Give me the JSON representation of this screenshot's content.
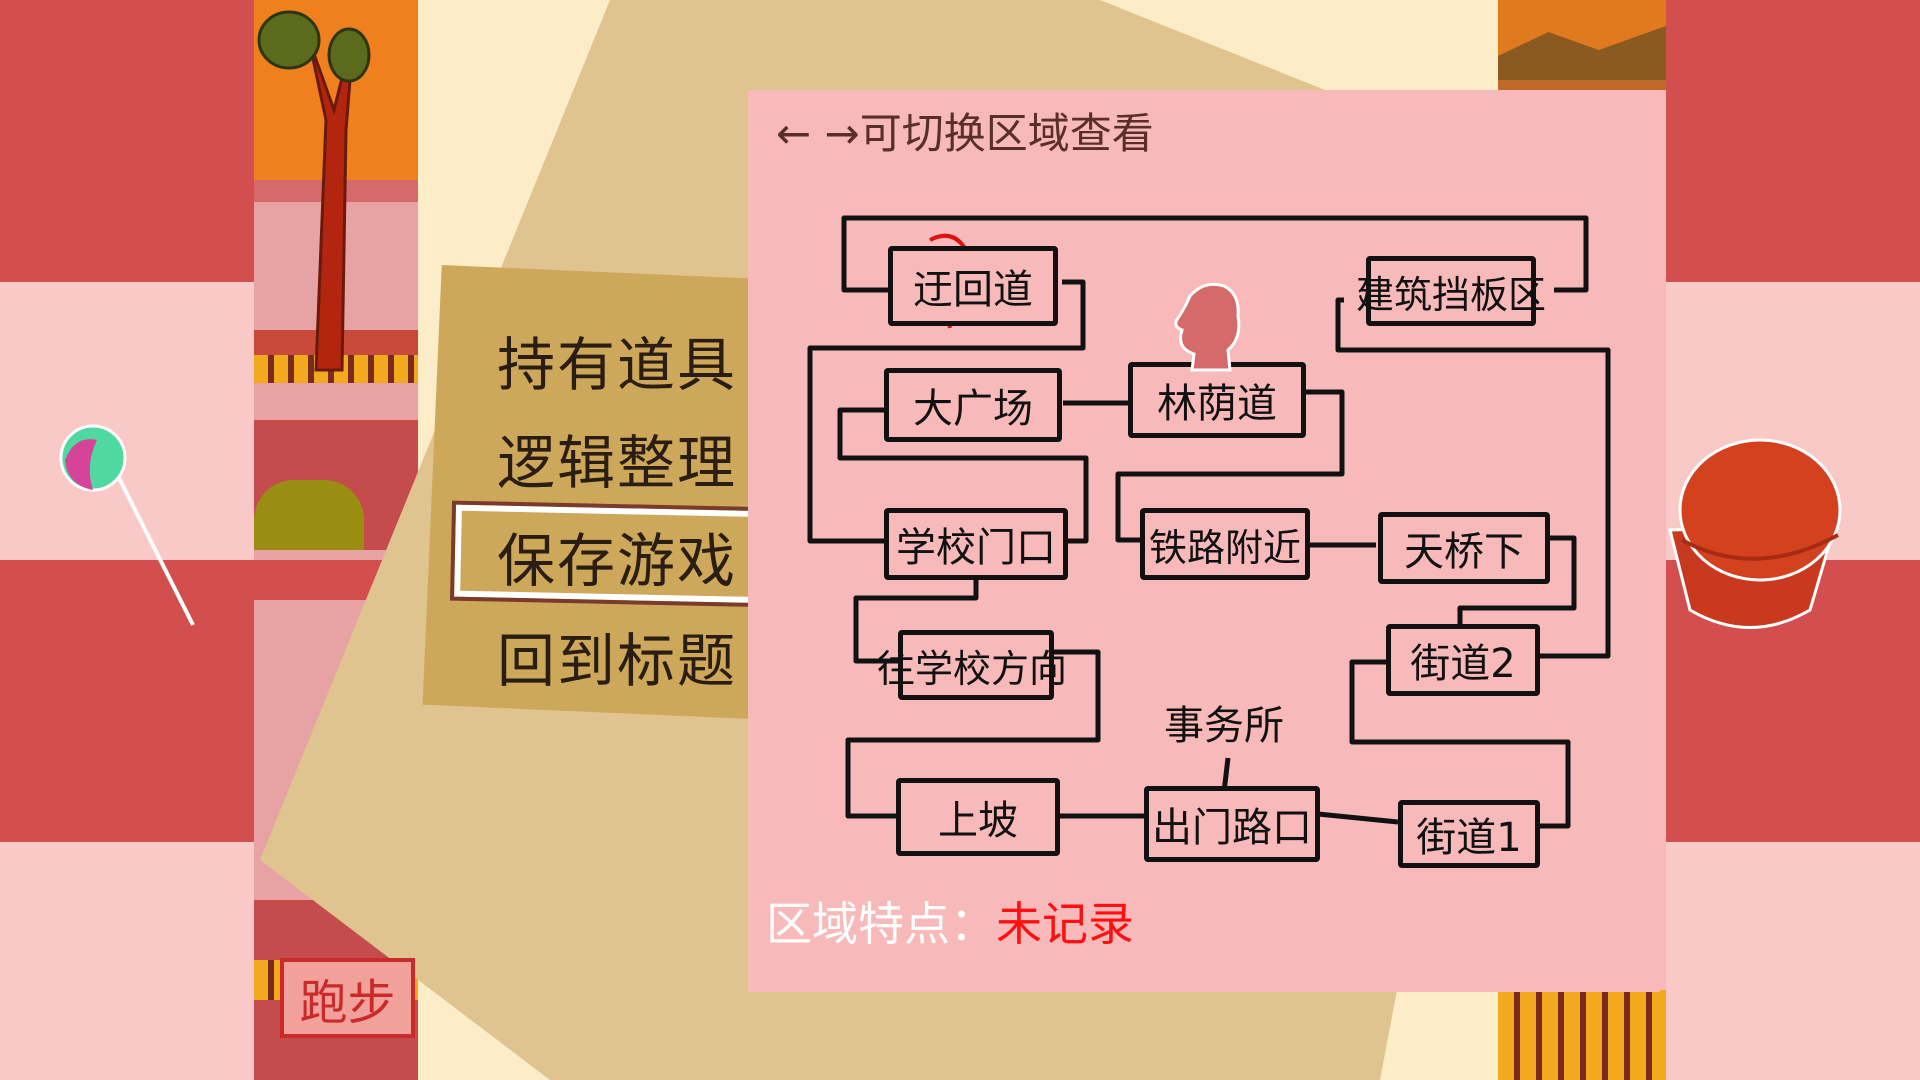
{
  "menu": {
    "items": [
      "持有道具",
      "逻辑整理",
      "保存游戏",
      "回到标题"
    ],
    "selected_index": 2
  },
  "map": {
    "hint": "← →可切换区域查看",
    "nodes": {
      "detour": "迂回道",
      "building_board": "建筑挡板区",
      "plaza": "大广场",
      "boulevard": "林荫道",
      "school_gate": "学校门口",
      "railway": "铁路附近",
      "under_bridge": "天桥下",
      "toward_school": "往学校方向",
      "street2": "街道2",
      "office": "事务所",
      "uphill": "上坡",
      "exit_crossing": "出门路口",
      "street1": "街道1"
    },
    "current_location": "林荫道"
  },
  "feature": {
    "label": "区域特点：",
    "value": "未记录"
  },
  "run_button": "跑步",
  "colors": {
    "side_dark": "#d34f4f",
    "side_light": "#f9c9c7",
    "map_bg": "#f7b9b9",
    "menu_bg": "#cda85a",
    "highlight_red": "#ff1010"
  }
}
